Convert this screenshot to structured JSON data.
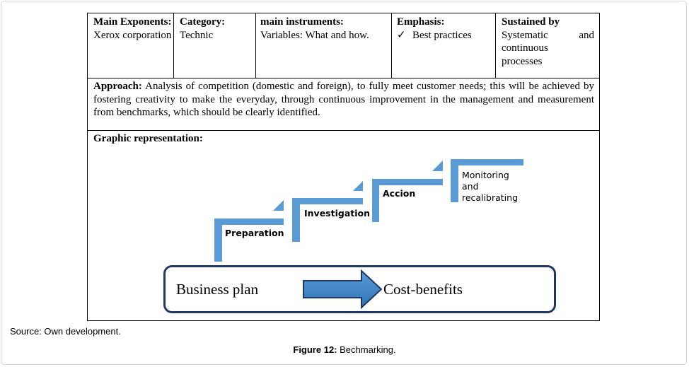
{
  "table": {
    "exponents": {
      "label": "Main Exponents:",
      "value": "Xerox corporation"
    },
    "category": {
      "label": "Category:",
      "value": "Technic"
    },
    "instruments": {
      "label": "main instruments:",
      "value": "Variables: What and how."
    },
    "emphasis": {
      "label": "Emphasis:",
      "check_icon": "checkmark-icon",
      "value": "Best practices"
    },
    "sustained": {
      "label": "Sustained by",
      "line1_a": "Systematic",
      "line1_b": "and",
      "line2": "continuous",
      "line3": "processes"
    },
    "approach": {
      "label": "Approach:",
      "text": "Analysis of competition (domestic and foreign), to fully meet customer needs; this will be achieved by fostering creativity to make the everyday, through continuous improvement in the management and measurement from benchmarks, which should be clearly identified."
    },
    "graphic_label": "Graphic representation:"
  },
  "diagram": {
    "accent_color": "#5b9bd5",
    "box_border_color": "#1f3864",
    "steps": [
      {
        "label": "Preparation"
      },
      {
        "label": "Investigation"
      },
      {
        "label": "Accion"
      },
      {
        "label_line1": "Monitoring",
        "label_line2": "and",
        "label_line3": "recalibrating"
      }
    ],
    "plan": {
      "left": "Business plan",
      "right": "Cost-benefits"
    }
  },
  "source": "Source: Own development.",
  "caption": {
    "label": "Figure 12:",
    "text": "Bechmarking."
  }
}
